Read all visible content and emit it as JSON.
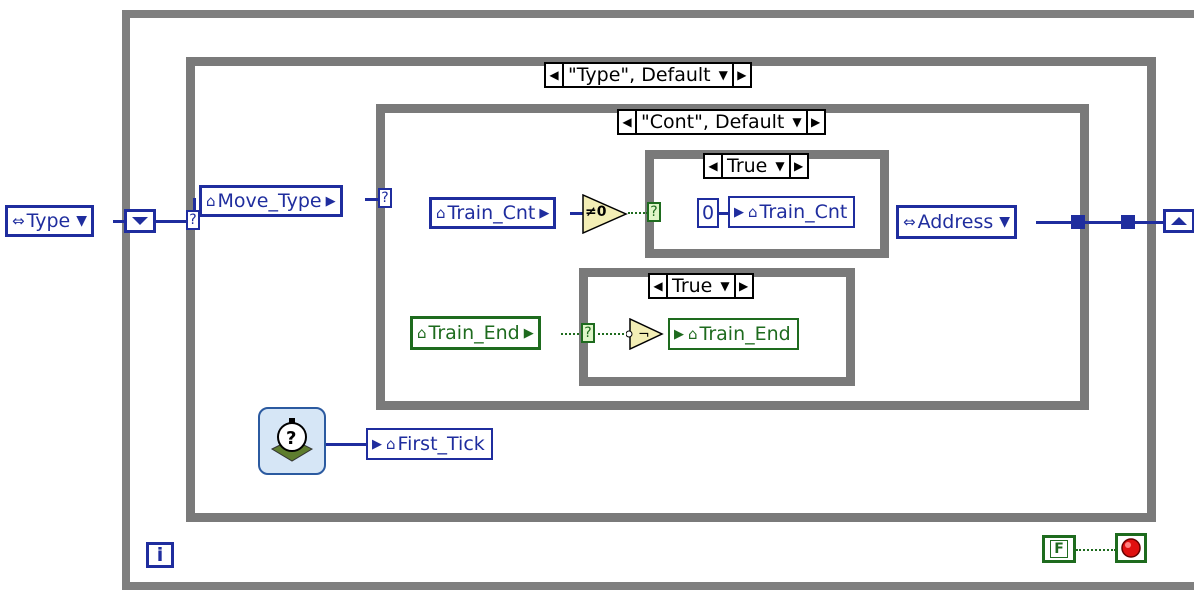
{
  "type_control": {
    "label": "Type"
  },
  "outer_case": {
    "selector": "\"Type\", Default"
  },
  "inner_case": {
    "selector": "\"Cont\", Default"
  },
  "true_case_1": {
    "selector": "True"
  },
  "true_case_2": {
    "selector": "True"
  },
  "move_type": {
    "label": "Move_Type"
  },
  "train_cnt_read": {
    "label": "Train_Cnt"
  },
  "train_cnt_write": {
    "label": "Train_Cnt"
  },
  "not_equal_zero": {
    "label": "≠0"
  },
  "zero_const": {
    "label": "0"
  },
  "train_end_read": {
    "label": "Train_End"
  },
  "train_end_write": {
    "label": "Train_End"
  },
  "address": {
    "label": "Address"
  },
  "first_tick": {
    "label": "First_Tick"
  },
  "iteration": {
    "label": "i"
  },
  "stop_const": {
    "label": "F"
  },
  "tunnel_q": "?",
  "colors": {
    "numeric_wire": "#1f2d9e",
    "boolean_wire": "#1e6b1e",
    "frame": "#7f7f7f"
  }
}
